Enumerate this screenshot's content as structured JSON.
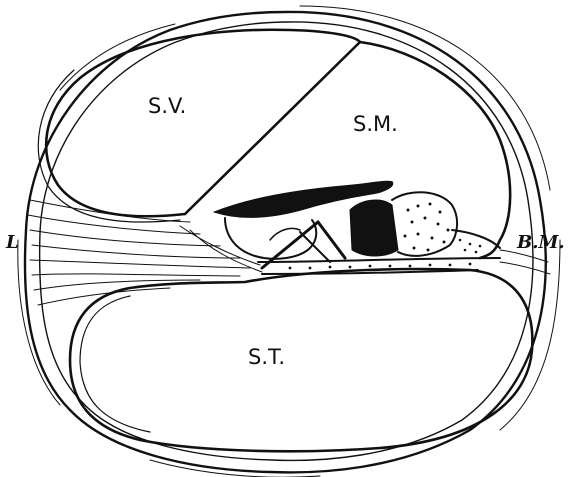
{
  "labels": {
    "scala_vestibuli": "S.V.",
    "scala_media": "S.M.",
    "scala_tympani": "S.T.",
    "left_side": "L",
    "basilar_membrane": "B.M."
  },
  "colors": {
    "ink": "#111111",
    "paper": "#ffffff"
  }
}
